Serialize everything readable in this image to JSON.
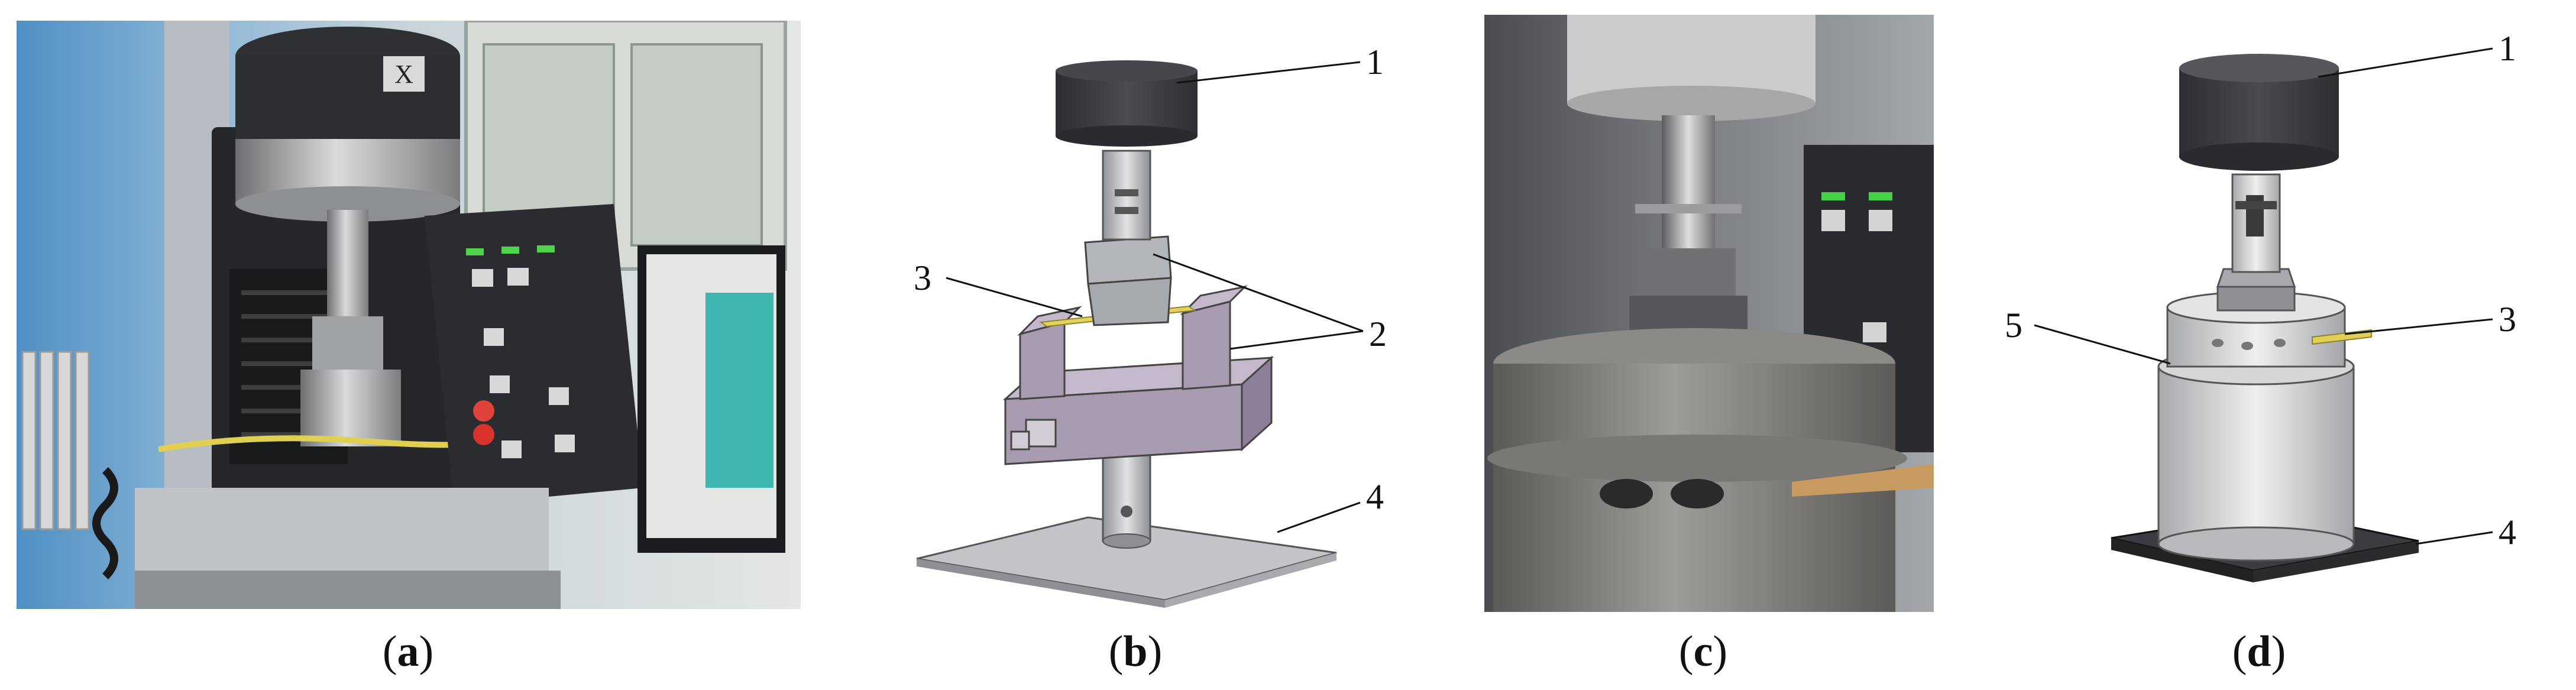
{
  "figure": {
    "panels": [
      {
        "id": "a",
        "caption_open": "(",
        "caption_letter": "a",
        "caption_close": ")"
      },
      {
        "id": "b",
        "caption_open": "(",
        "caption_letter": "b",
        "caption_close": ")",
        "callouts": [
          "1",
          "2",
          "3",
          "4"
        ]
      },
      {
        "id": "c",
        "caption_open": "(",
        "caption_letter": "c",
        "caption_close": ")"
      },
      {
        "id": "d",
        "caption_open": "(",
        "caption_letter": "d",
        "caption_close": ")",
        "callouts": [
          "1",
          "3",
          "4",
          "5"
        ]
      }
    ]
  },
  "colors": {
    "cap_dark": "#3a3b3e",
    "metal": "#b9bcc0",
    "clamp": "#a79aae",
    "plate": "#bdbdc3",
    "wire": "#e0cf55",
    "cylinder": "#d2d4d6",
    "base_dark": "#3c3c40"
  }
}
